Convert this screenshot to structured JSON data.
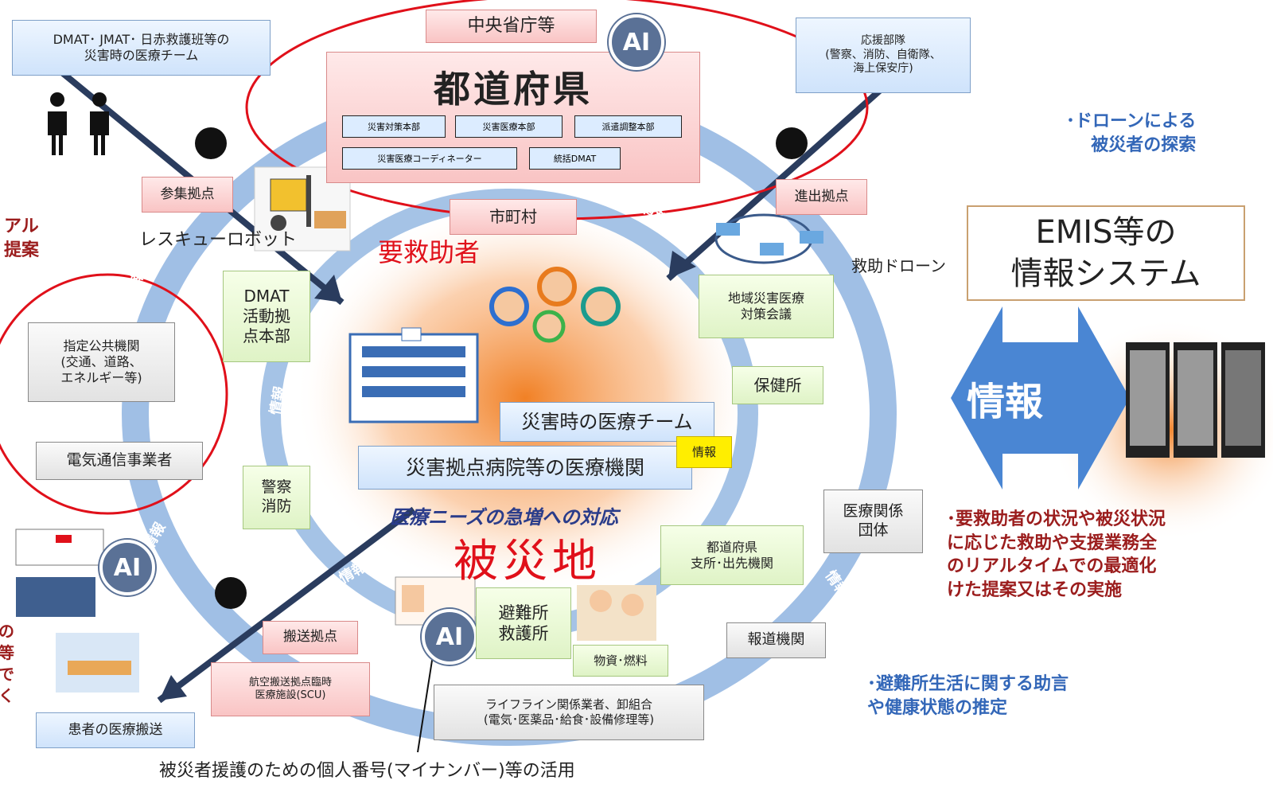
{
  "ring_label": "情報",
  "top": {
    "ministry": "中央省庁等",
    "prefecture": "都道府県",
    "sub_units": [
      "災害対策本部",
      "災害医療本部",
      "派遣調整本部",
      "災害医療コーディネーター",
      "統括DMAT"
    ],
    "municipality": "市町村"
  },
  "medical_team": "DMAT･ JMAT･ 日赤救護班等の\n災害時の医療チーム",
  "support_units": "応援部隊\n(警察、消防、自衛隊、\n海上保安庁)",
  "nodes": {
    "gathering_point": "参集拠点",
    "advance_point": "進出拠点",
    "dmat_hq": "DMAT\n活動拠\n点本部",
    "regional_council": "地域災害医療\n対策会議",
    "health_center": "保健所",
    "police_fire": "警察\n消防",
    "medical_team_center": "災害時の医療チーム",
    "disaster_hospital": "災害拠点病院等の医療機関",
    "info_tag": "情報",
    "response_text": "医療ニーズの急増への対応",
    "disaster_area": "被災地",
    "medical_orgs": "医療関係\n団体",
    "pref_branch": "都道府県\n支所･出先機関",
    "transport_point": "搬送拠点",
    "air_transport": "航空搬送拠点臨時\n医療施設(SCU)",
    "shelter": "避難所\n救護所",
    "supplies": "物資･燃料",
    "press": "報道機関",
    "lifeline": "ライフライン関係業者、卸組合\n(電気･医薬品･給食･設備修理等)",
    "patient_transport": "患者の医療搬送",
    "designated_public": "指定公共機関\n(交通、道路、\nエネルギー等)",
    "telecom": "電気通信事業者"
  },
  "ai_label": "AI",
  "robot_label": "レスキューロボット",
  "rescue_needed": "要救助者",
  "drone_label": "救助ドローン",
  "emis": "EMIS等の\n情報システム",
  "info_arrow": "情報",
  "notes": {
    "drone_search": "･ドローンによる\n被災者の探索",
    "realtime": "･要救助者の状況や被災状況\nに応じた救助や支援業務全\nのリアルタイムでの最適化\nけた提案又はその実施",
    "shelter_advice": "･避難所生活に関する助言\nや健康状態の推定",
    "left_cut_top": "アル\n提案",
    "left_cut_bottom": "の\n等\nで\nく"
  },
  "caption": "被災者援護のための個人番号(マイナンバー)等の活用",
  "colors": {
    "ring": "#8fb4e0",
    "ai": "#5a7196",
    "red": "#e0101a",
    "note_blue": "#3367b8"
  }
}
